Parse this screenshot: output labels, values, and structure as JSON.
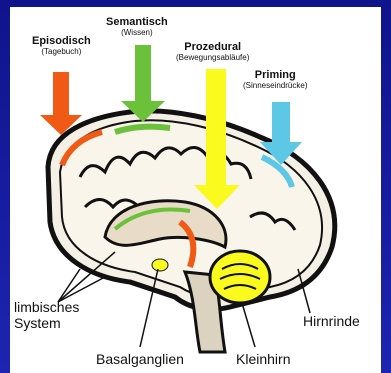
{
  "memory_types": [
    {
      "name": "Episodisch",
      "example": "(Tagebuch)",
      "color": "#f05a14"
    },
    {
      "name": "Semantisch",
      "example": "(Wissen)",
      "color": "#6cc13a"
    },
    {
      "name": "Prozedural",
      "example": "(Bewegungsabläufe)",
      "color": "#fafa1e"
    },
    {
      "name": "Priming",
      "example": "(Sinneseindrücke)",
      "color": "#5cc8e6"
    }
  ],
  "regions": {
    "limbic": "limbisches\nSystem",
    "limbic_line1": "limbisches",
    "limbic_line2": "System",
    "basal": "Basalganglien",
    "cerebellum": "Kleinhirn",
    "cortex": "Hirnrinde"
  }
}
